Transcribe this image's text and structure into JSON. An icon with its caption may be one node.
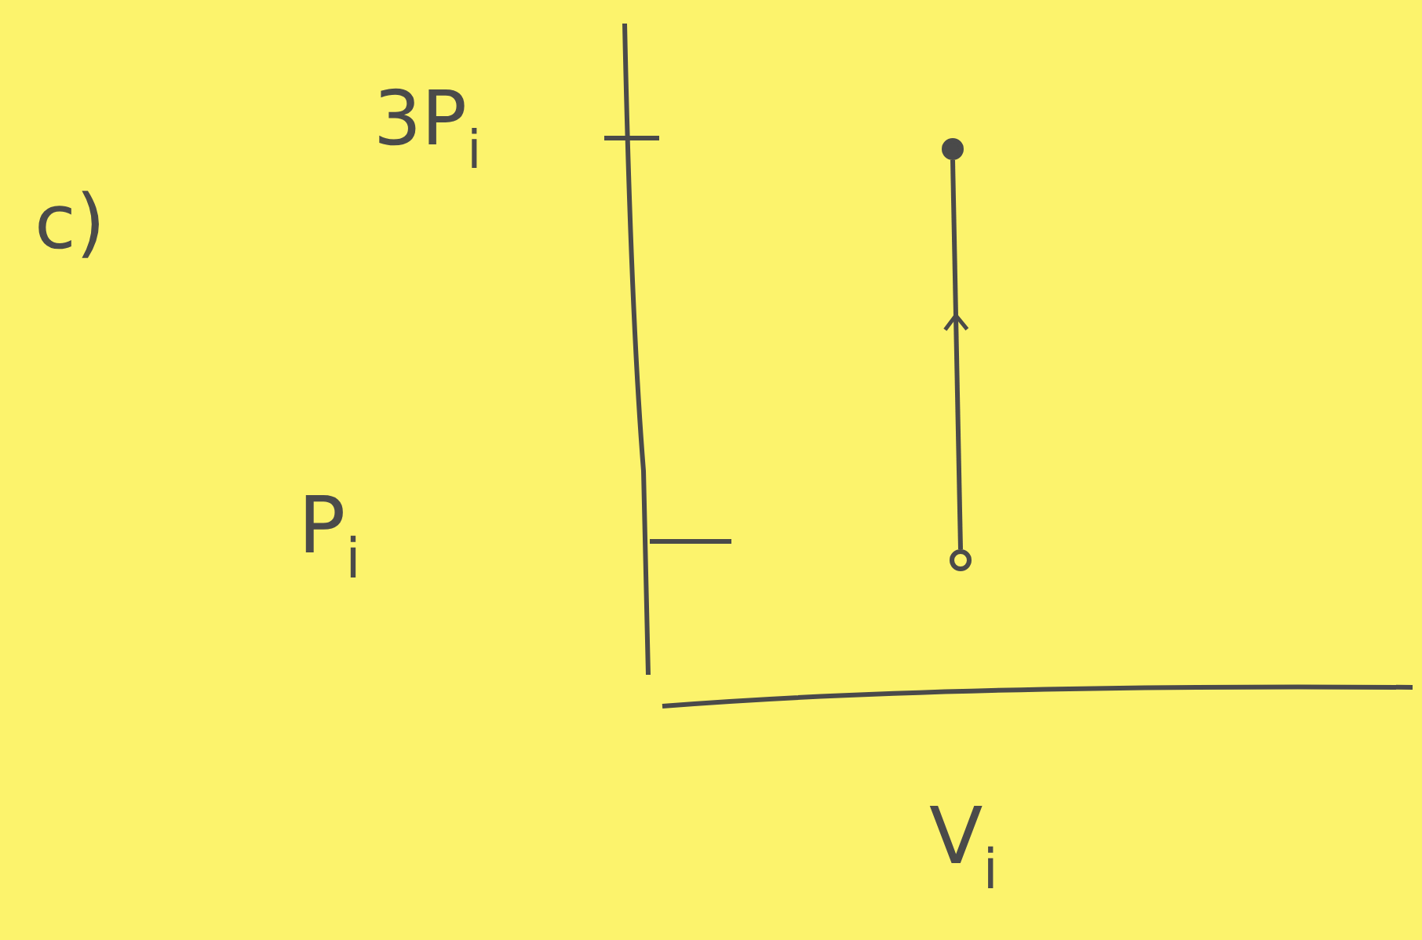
{
  "diagram": {
    "nodes": [
      {
        "text": [],
        "shape": "circle"
      },
      {
        "text": [],
        "shape": "circle"
      }
    ],
    "edges": [
      {
        "from": 1,
        "to": 0,
        "arrow": "to"
      }
    ],
    "labels": [
      "c)",
      "3P$_{i}$",
      "P$_{i}$",
      "V$_{i}$"
    ]
  }
}
